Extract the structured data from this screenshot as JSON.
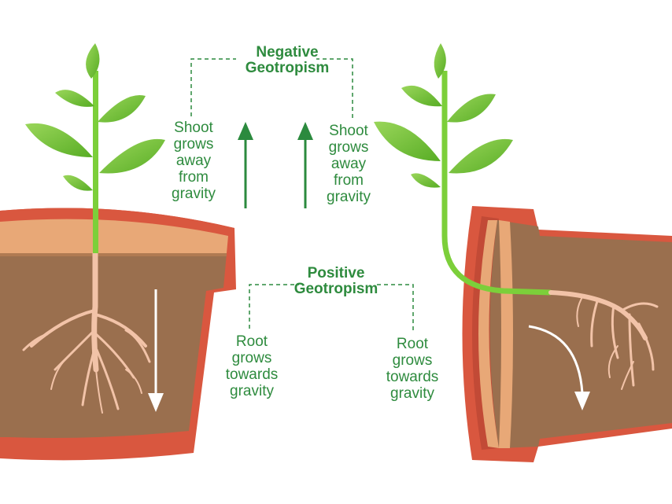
{
  "negative": {
    "title_line1": "Negative",
    "title_line2": "Geotropism"
  },
  "positive": {
    "title_line1": "Positive",
    "title_line2": "Geotropism"
  },
  "shoot_left": [
    "Shoot",
    "grows",
    "away",
    "from",
    "gravity"
  ],
  "shoot_right": [
    "Shoot",
    "grows",
    "away",
    "from",
    "gravity"
  ],
  "root_left": [
    "Root",
    "grows",
    "towards",
    "gravity"
  ],
  "root_right": [
    "Root",
    "grows",
    "towards",
    "gravity"
  ],
  "colors": {
    "text_green": "#2e8b3e",
    "arrow_green": "#2b8a3e",
    "pot_outer": "#d9573f",
    "pot_inner": "#c24a36",
    "soil": "#9a6f4e",
    "soil_top": "#e8a877",
    "leaf": "#6cbf2f",
    "leaf_light": "#8fd14f",
    "stem": "#7ccf3a",
    "root": "#f2c3a8"
  },
  "icons": [
    "up-arrow-icon",
    "down-arrow-icon",
    "curved-arrow-icon"
  ]
}
